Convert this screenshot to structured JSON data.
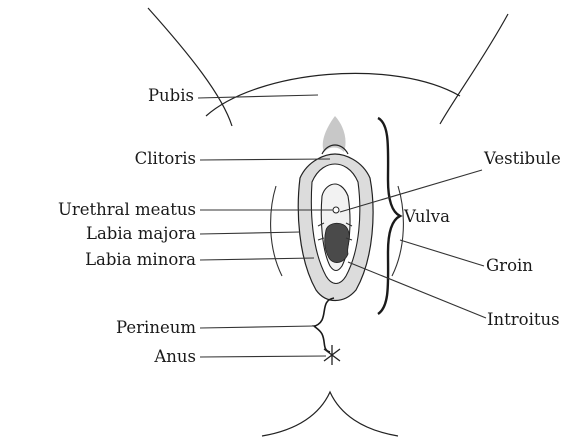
{
  "diagram": {
    "labels": {
      "pubis": "Pubis",
      "clitoris": "Clitoris",
      "urethral_meatus": "Urethral meatus",
      "labia_majora": "Labia majora",
      "labia_minora": "Labia minora",
      "perineum": "Perineum",
      "anus": "Anus",
      "vestibule": "Vestibule",
      "vulva": "Vulva",
      "groin": "Groin",
      "introitus": "Introitus"
    }
  }
}
